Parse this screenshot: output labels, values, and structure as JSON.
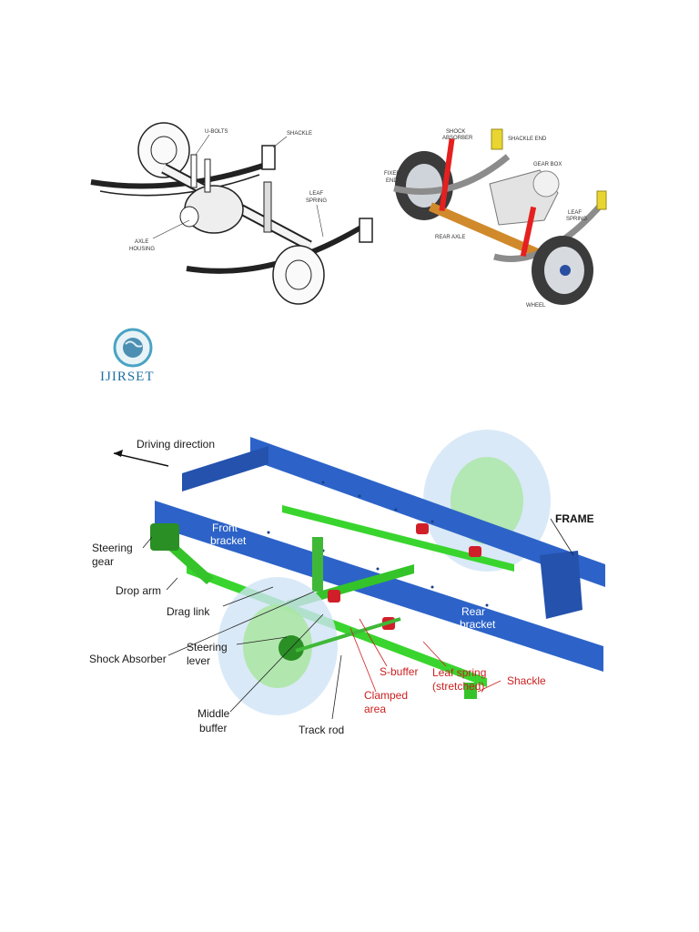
{
  "fig_left": {
    "labels": {
      "u_bolts": "U-BOLTS",
      "shackle": "SHACKLE",
      "leaf_spring_1": "LEAF",
      "leaf_spring_2": "SPRING",
      "axle_housing_1": "AXLE",
      "axle_housing_2": "HOUSING"
    }
  },
  "fig_right": {
    "labels": {
      "shock_absorber_1": "SHOCK",
      "shock_absorber_2": "ABSORBER",
      "shackle_end": "SHACKLE END",
      "fixed_end_1": "FIXED",
      "fixed_end_2": "END",
      "gear_box": "GEAR BOX",
      "leaf_spring_1": "LEAF",
      "leaf_spring_2": "SPRING",
      "rear_axle": "REAR AXLE",
      "wheel": "WHEEL"
    }
  },
  "logo": {
    "text": "IJIRSET",
    "color": "#1f6fa3"
  },
  "fig_bottom": {
    "colors": {
      "frame": "#2d63c8",
      "suspension": "#39d52e",
      "buffer": "#d11f2a",
      "red_label": "#cc1f1f"
    },
    "labels": {
      "driving_direction": "Driving direction",
      "frame": "FRAME",
      "front_bracket_1": "Front",
      "front_bracket_2": "bracket",
      "rear_bracket_1": "Rear",
      "rear_bracket_2": "bracket",
      "steering_gear_1": "Steering",
      "steering_gear_2": "gear",
      "drop_arm": "Drop arm",
      "drag_link": "Drag link",
      "shock_absorber": "Shock Absorber",
      "steering_lever_1": "Steering",
      "steering_lever_2": "lever",
      "middle_buffer_1": "Middle",
      "middle_buffer_2": "buffer",
      "track_rod": "Track rod",
      "s_buffer": "S-buffer",
      "clamped_area_1": "Clamped",
      "clamped_area_2": "area",
      "leaf_spring_1": "Leaf spring",
      "leaf_spring_2": "(stretched)",
      "shackle": "Shackle"
    }
  }
}
